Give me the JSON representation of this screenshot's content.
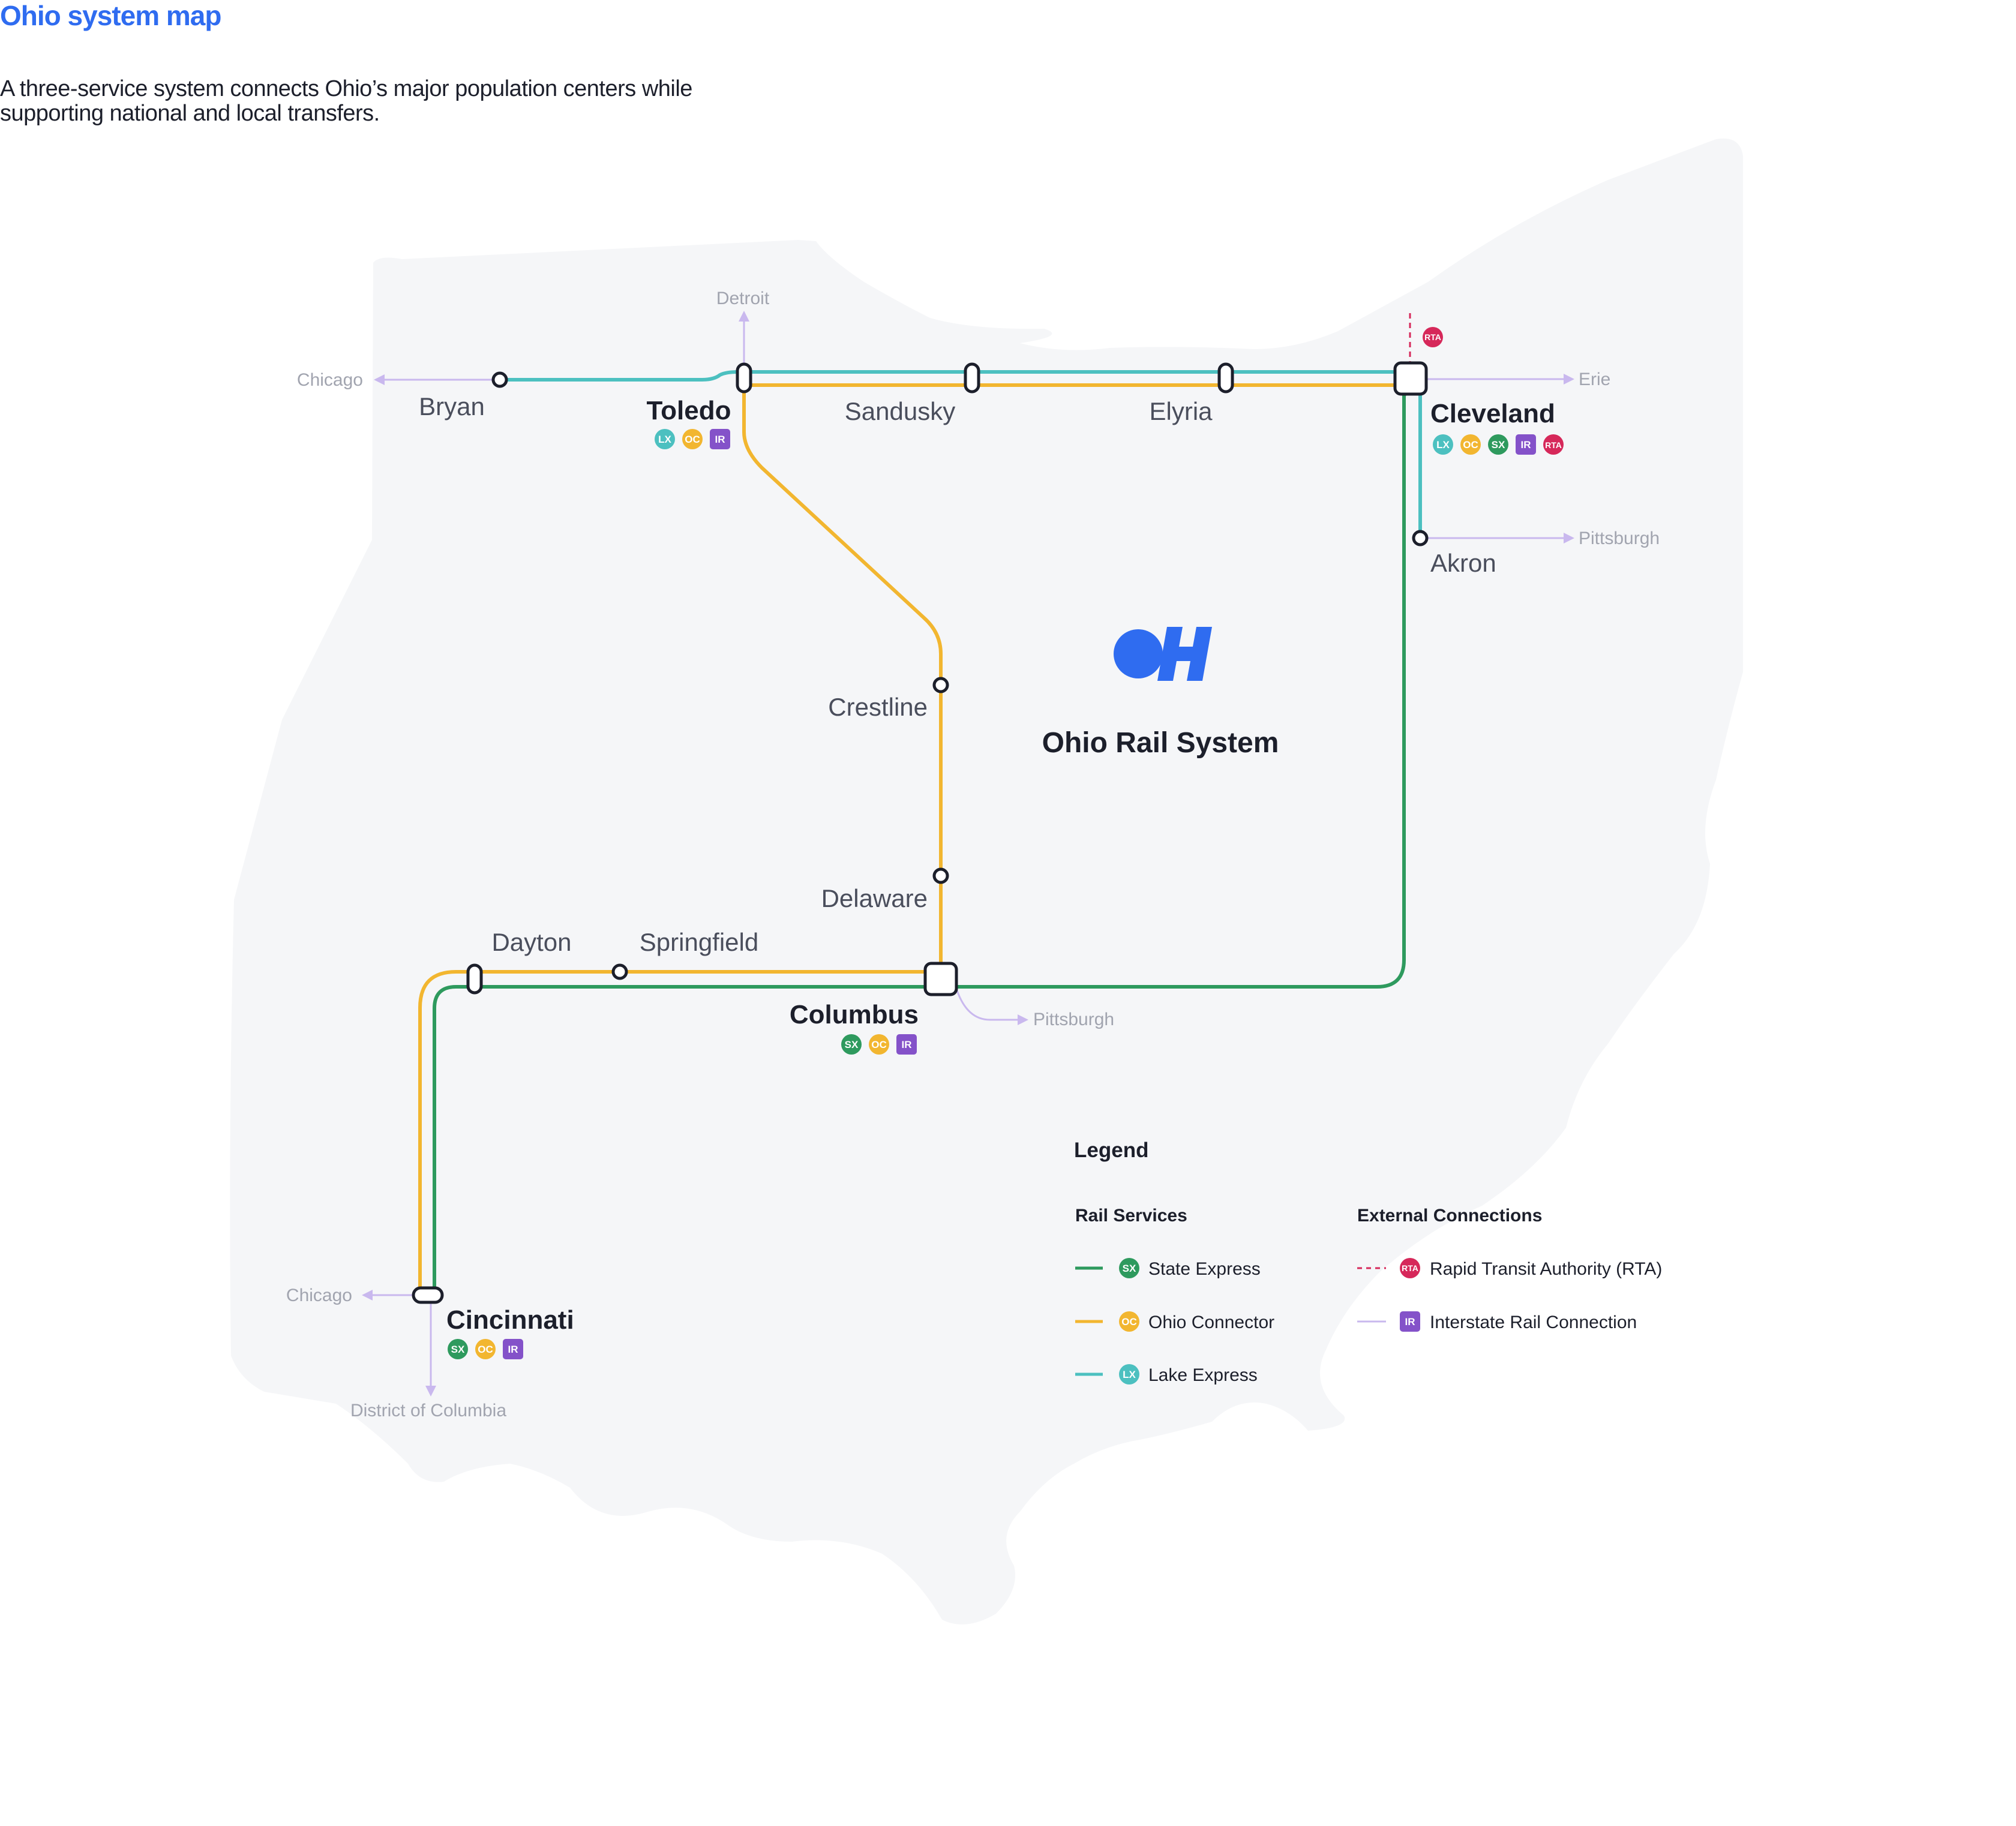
{
  "header": {
    "title": "Ohio system map",
    "subtitle": "A three-service system connects Ohio’s major population centers while supporting national and local transfers."
  },
  "colors": {
    "state_express": "#2e9a5e",
    "ohio_connector": "#f2b630",
    "lake_express": "#4cc0c0",
    "rta": "#d6285a",
    "interstate": "#8452c9",
    "external": "#c9b8ee",
    "state_shape": "#f5f6f8",
    "brand": "#2f6cf0"
  },
  "services": {
    "sx": {
      "code": "SX",
      "name": "State Express"
    },
    "oc": {
      "code": "OC",
      "name": "Ohio Connector"
    },
    "lx": {
      "code": "LX",
      "name": "Lake Express"
    },
    "rta": {
      "code": "RTA",
      "name": "Rapid Transit Authority (RTA)"
    },
    "ir": {
      "code": "IR",
      "name": "Interstate Rail Connection"
    }
  },
  "stations": {
    "bryan": "Bryan",
    "toledo": "Toledo",
    "sandusky": "Sandusky",
    "elyria": "Elyria",
    "cleveland": "Cleveland",
    "akron": "Akron",
    "crestline": "Crestline",
    "delaware": "Delaware",
    "columbus": "Columbus",
    "dayton": "Dayton",
    "springfield": "Springfield",
    "cincinnati": "Cincinnati"
  },
  "external_destinations": {
    "chicago_west": "Chicago",
    "detroit": "Detroit",
    "erie": "Erie",
    "pittsburgh_akron": "Pittsburgh",
    "pittsburgh_columbus": "Pittsburgh",
    "chicago_south": "Chicago",
    "district_of_columbia": "District of Columbia"
  },
  "brand": {
    "logo_text": "OH",
    "system_name": "Ohio Rail System"
  },
  "legend": {
    "title": "Legend",
    "rail_services_heading": "Rail Services",
    "external_connections_heading": "External Connections"
  }
}
